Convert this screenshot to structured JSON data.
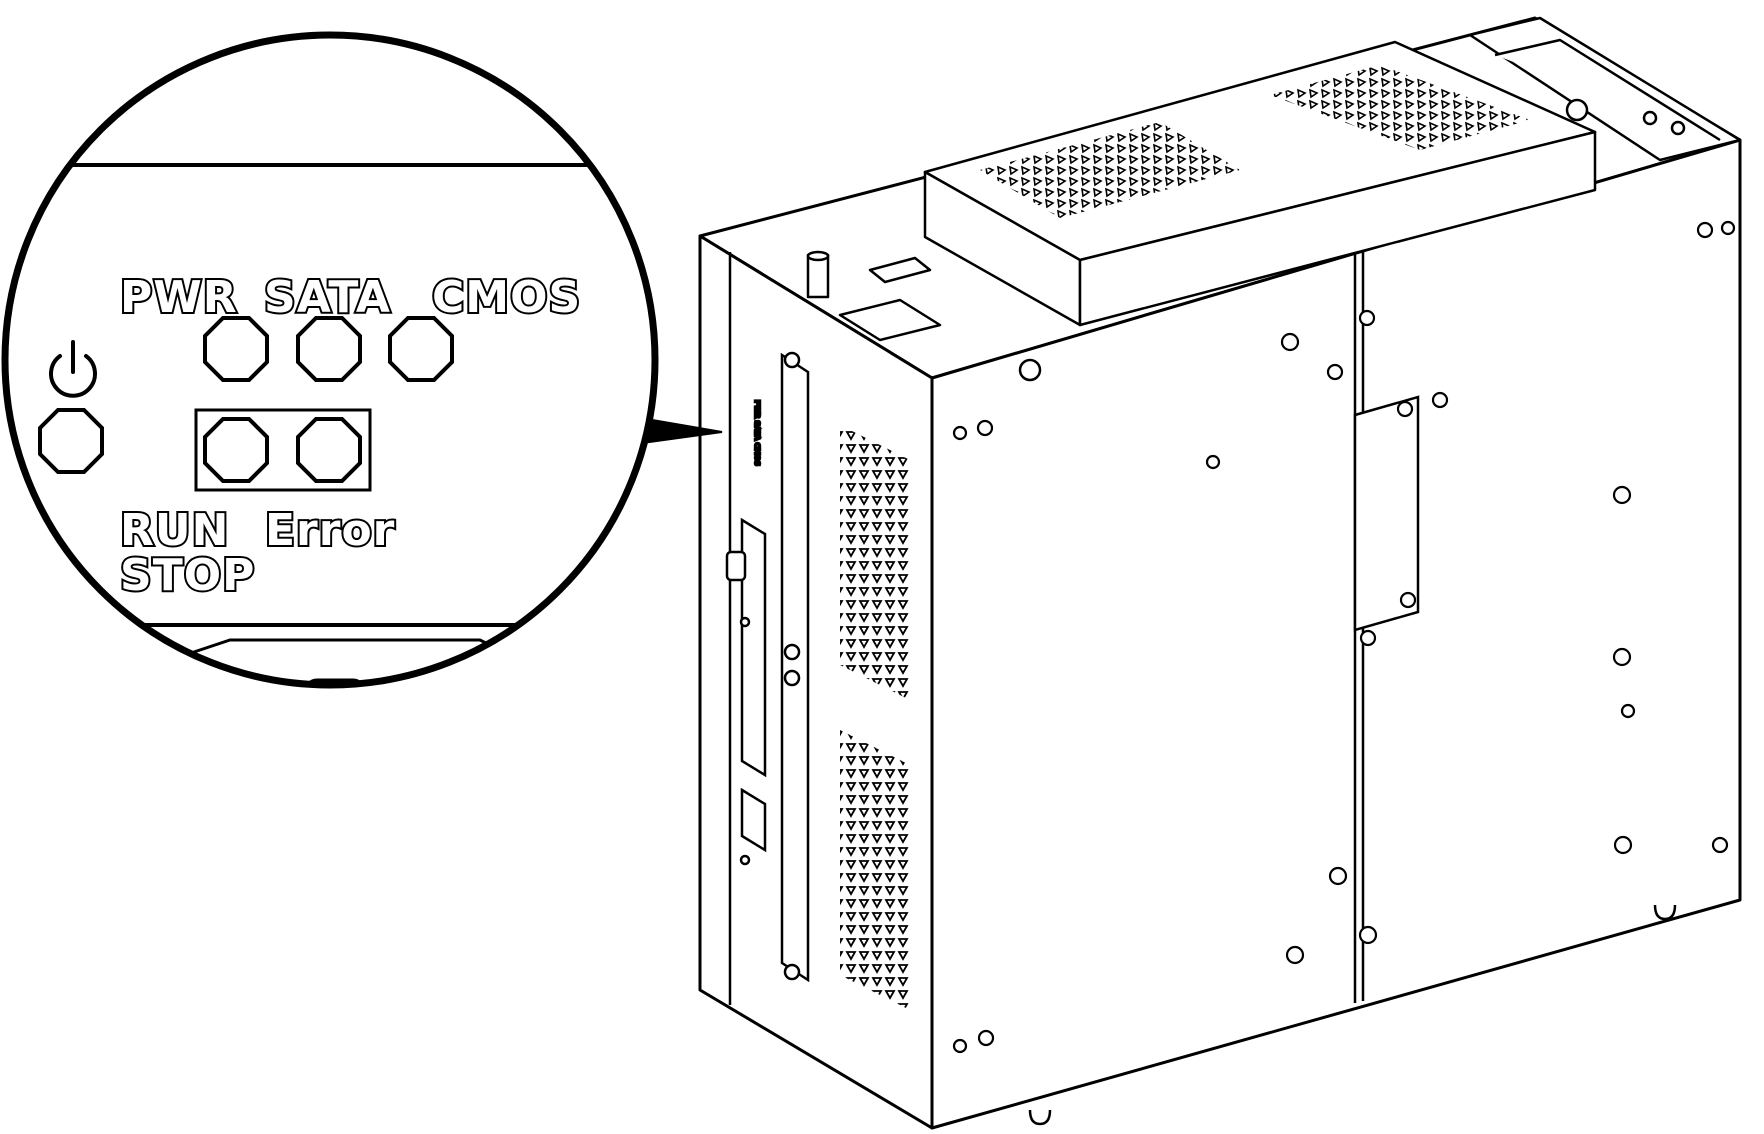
{
  "callout": {
    "labels": {
      "pwr": "PWR",
      "sata": "SATA",
      "cmos": "CMOS",
      "run": "RUN",
      "stop": "STOP",
      "error": "Error"
    },
    "icons": {
      "power": "power-icon"
    }
  },
  "colors": {
    "line": "#000000",
    "fill": "#ffffff"
  }
}
